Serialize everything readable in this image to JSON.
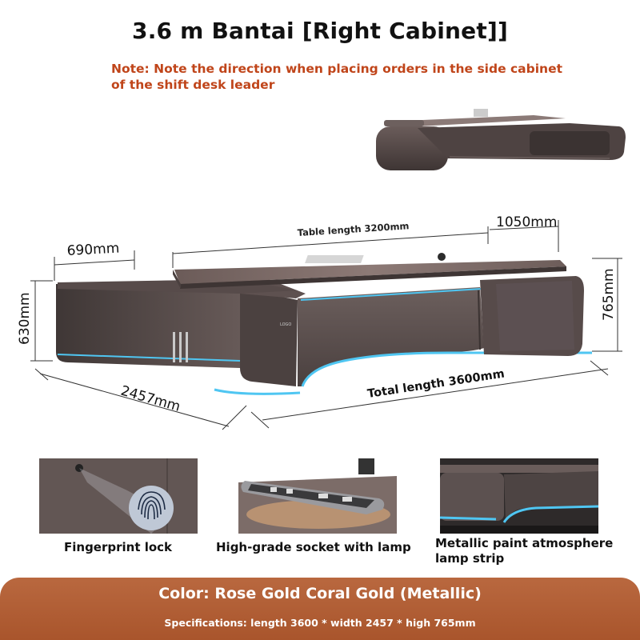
{
  "title": "3.6 m Bantai [Right Cabinet]]",
  "note": {
    "line1": "Note: Note the direction when placing orders in the side cabinet",
    "line2": "of the shift desk leader"
  },
  "dimensions": {
    "table_length": "Table length 3200mm",
    "depth_right": "1050mm",
    "depth_left": "690mm",
    "height_left": "630mm",
    "height_right": "765mm",
    "side_length": "2457mm",
    "total_length": "Total length 3600mm"
  },
  "features": [
    {
      "label": "Fingerprint lock",
      "icon": "fingerprint-icon"
    },
    {
      "label": "High-grade socket with lamp",
      "icon": "socket-icon"
    },
    {
      "label_line1": "Metallic paint atmosphere",
      "label_line2": "lamp strip",
      "icon": "lamp-strip-icon"
    }
  ],
  "banner": {
    "color": "Color: Rose Gold Coral Gold (Metallic)",
    "specifications": "Specifications: length 3600 * width 2457 * high 765mm"
  },
  "colors": {
    "title": "#111111",
    "note": "#c0451a",
    "banner": "#ad5a30",
    "desk_body": "#5a4e4d",
    "desk_top": "#7d6b68",
    "led": "#4fc6f2"
  }
}
